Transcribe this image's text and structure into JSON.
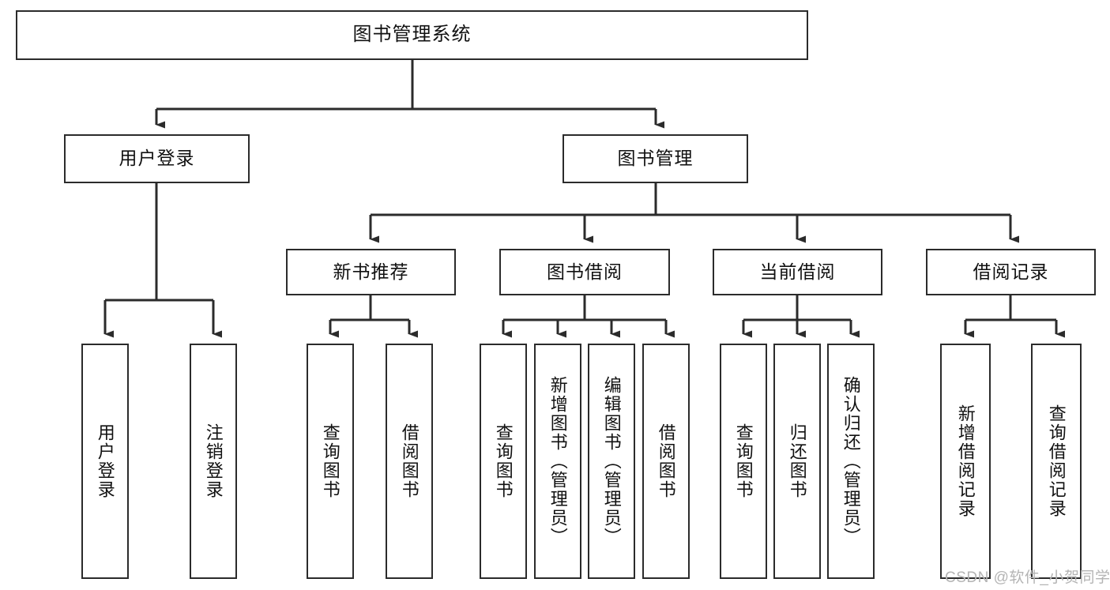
{
  "diagram": {
    "title": "图书管理系统",
    "type": "tree-structure-chart",
    "watermark": "CSDN @软件_小贺同学",
    "colors": {
      "box_border": "#2b2b2b",
      "box_fill": "#ffffff",
      "connector": "#2b2b2b",
      "text": "#111111",
      "watermark": "#b4b4b4"
    },
    "nodes": {
      "root": {
        "label": "图书管理系统"
      },
      "level2": {
        "user_login": {
          "label": "用户登录"
        },
        "book_manage": {
          "label": "图书管理"
        }
      },
      "level3": {
        "new_book_rec": {
          "label": "新书推荐"
        },
        "book_borrow": {
          "label": "图书借阅"
        },
        "current_borrow": {
          "label": "当前借阅"
        },
        "borrow_record": {
          "label": "借阅记录"
        }
      },
      "leaves": {
        "user_login_1": {
          "label": "用户登录"
        },
        "user_login_2": {
          "label": "注销登录"
        },
        "new_book_1": {
          "label": "查询图书"
        },
        "new_book_2": {
          "label": "借阅图书"
        },
        "borrow_1": {
          "label": "查询图书"
        },
        "borrow_2": {
          "label": "新增图书（管理员）"
        },
        "borrow_3": {
          "label": "编辑图书（管理员）"
        },
        "borrow_4": {
          "label": "借阅图书"
        },
        "current_1": {
          "label": "查询图书"
        },
        "current_2": {
          "label": "归还图书"
        },
        "current_3": {
          "label": "确认归还（管理员）"
        },
        "record_1": {
          "label": "新增借阅记录"
        },
        "record_2": {
          "label": "查询借阅记录"
        }
      }
    }
  }
}
